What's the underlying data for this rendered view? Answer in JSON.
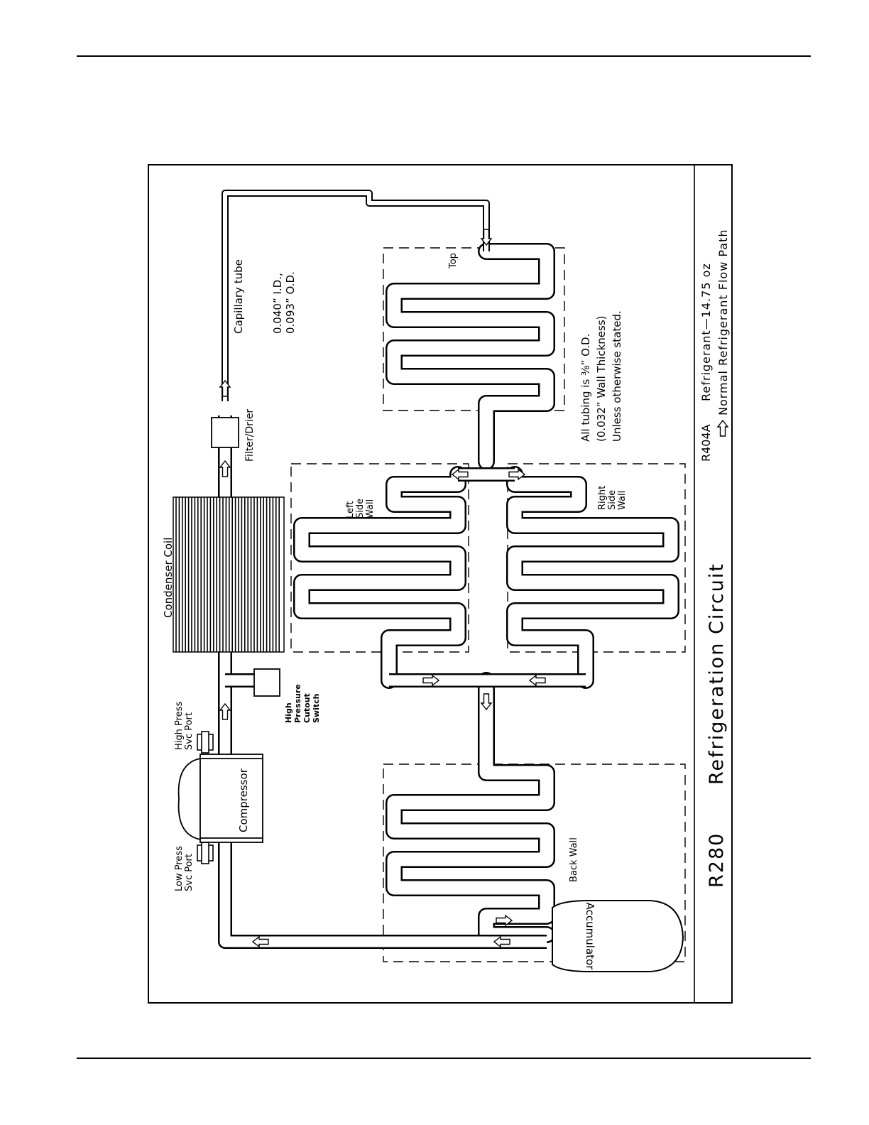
{
  "diagram": {
    "title": {
      "model": "R280",
      "name": "Refrigeration Circuit"
    },
    "refrigerant": {
      "type": "R404A",
      "charge": "Refrigerant—14.75 oz",
      "flow_legend": "Normal Refrigerant Flow Path",
      "flow_icon": "arrow-icon"
    },
    "components": {
      "compressor": "Compressor",
      "accumulator": "Accumulator",
      "condenser": "Condenser Coil",
      "filter_drier": "Filter/Drier",
      "capillary": "Capillary tube",
      "low_port": [
        "Low Press",
        "Svc Port"
      ],
      "high_port": [
        "High Press",
        "Svc Port"
      ],
      "hp_switch": [
        "High",
        "Pressure",
        "Cutout",
        "Switch"
      ]
    },
    "capillary_spec": [
      "0.040” I.D.,",
      "0.093” O.D."
    ],
    "tubing_note": [
      "All tubing is ⅜” O.D.",
      "(0.032” Wall Thickness)",
      "Unless otherwise stated."
    ],
    "walls": {
      "top": "Top",
      "left": [
        "Left",
        "Side",
        "Wall"
      ],
      "right": [
        "Right",
        "Side",
        "Wall"
      ],
      "back": "Back Wall"
    }
  }
}
